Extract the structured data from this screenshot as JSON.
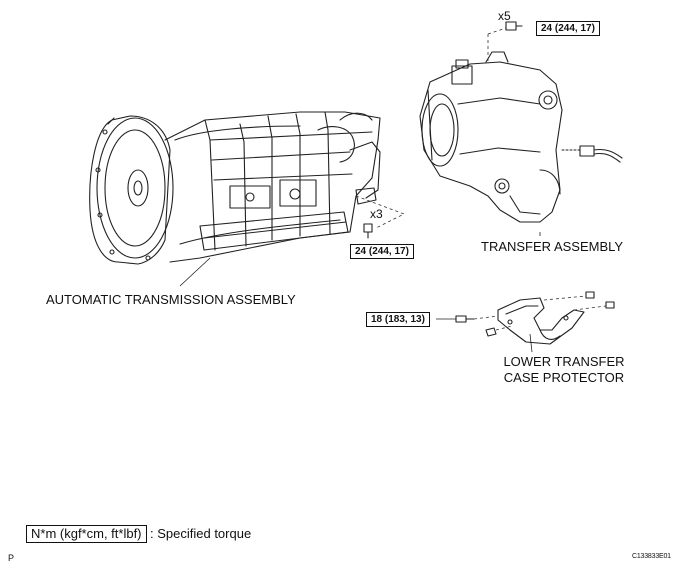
{
  "labels": {
    "automatic_transmission": "AUTOMATIC TRANSMISSION ASSEMBLY",
    "transfer_assembly": "TRANSFER ASSEMBLY",
    "lower_protector_line1": "LOWER TRANSFER",
    "lower_protector_line2": "CASE PROTECTOR"
  },
  "torque_specs": {
    "transfer_top_bolts": "24 (244, 17)",
    "transmission_bolts": "24 (244, 17)",
    "protector_bolts": "18 (183, 13)"
  },
  "quantities": {
    "transfer_top": "x5",
    "transmission_side": "x3"
  },
  "legend": {
    "unit": "N*m (kgf*cm, ft*lbf)",
    "description": ": Specified torque"
  },
  "corner": {
    "left": "P",
    "right": "C133833E01"
  }
}
